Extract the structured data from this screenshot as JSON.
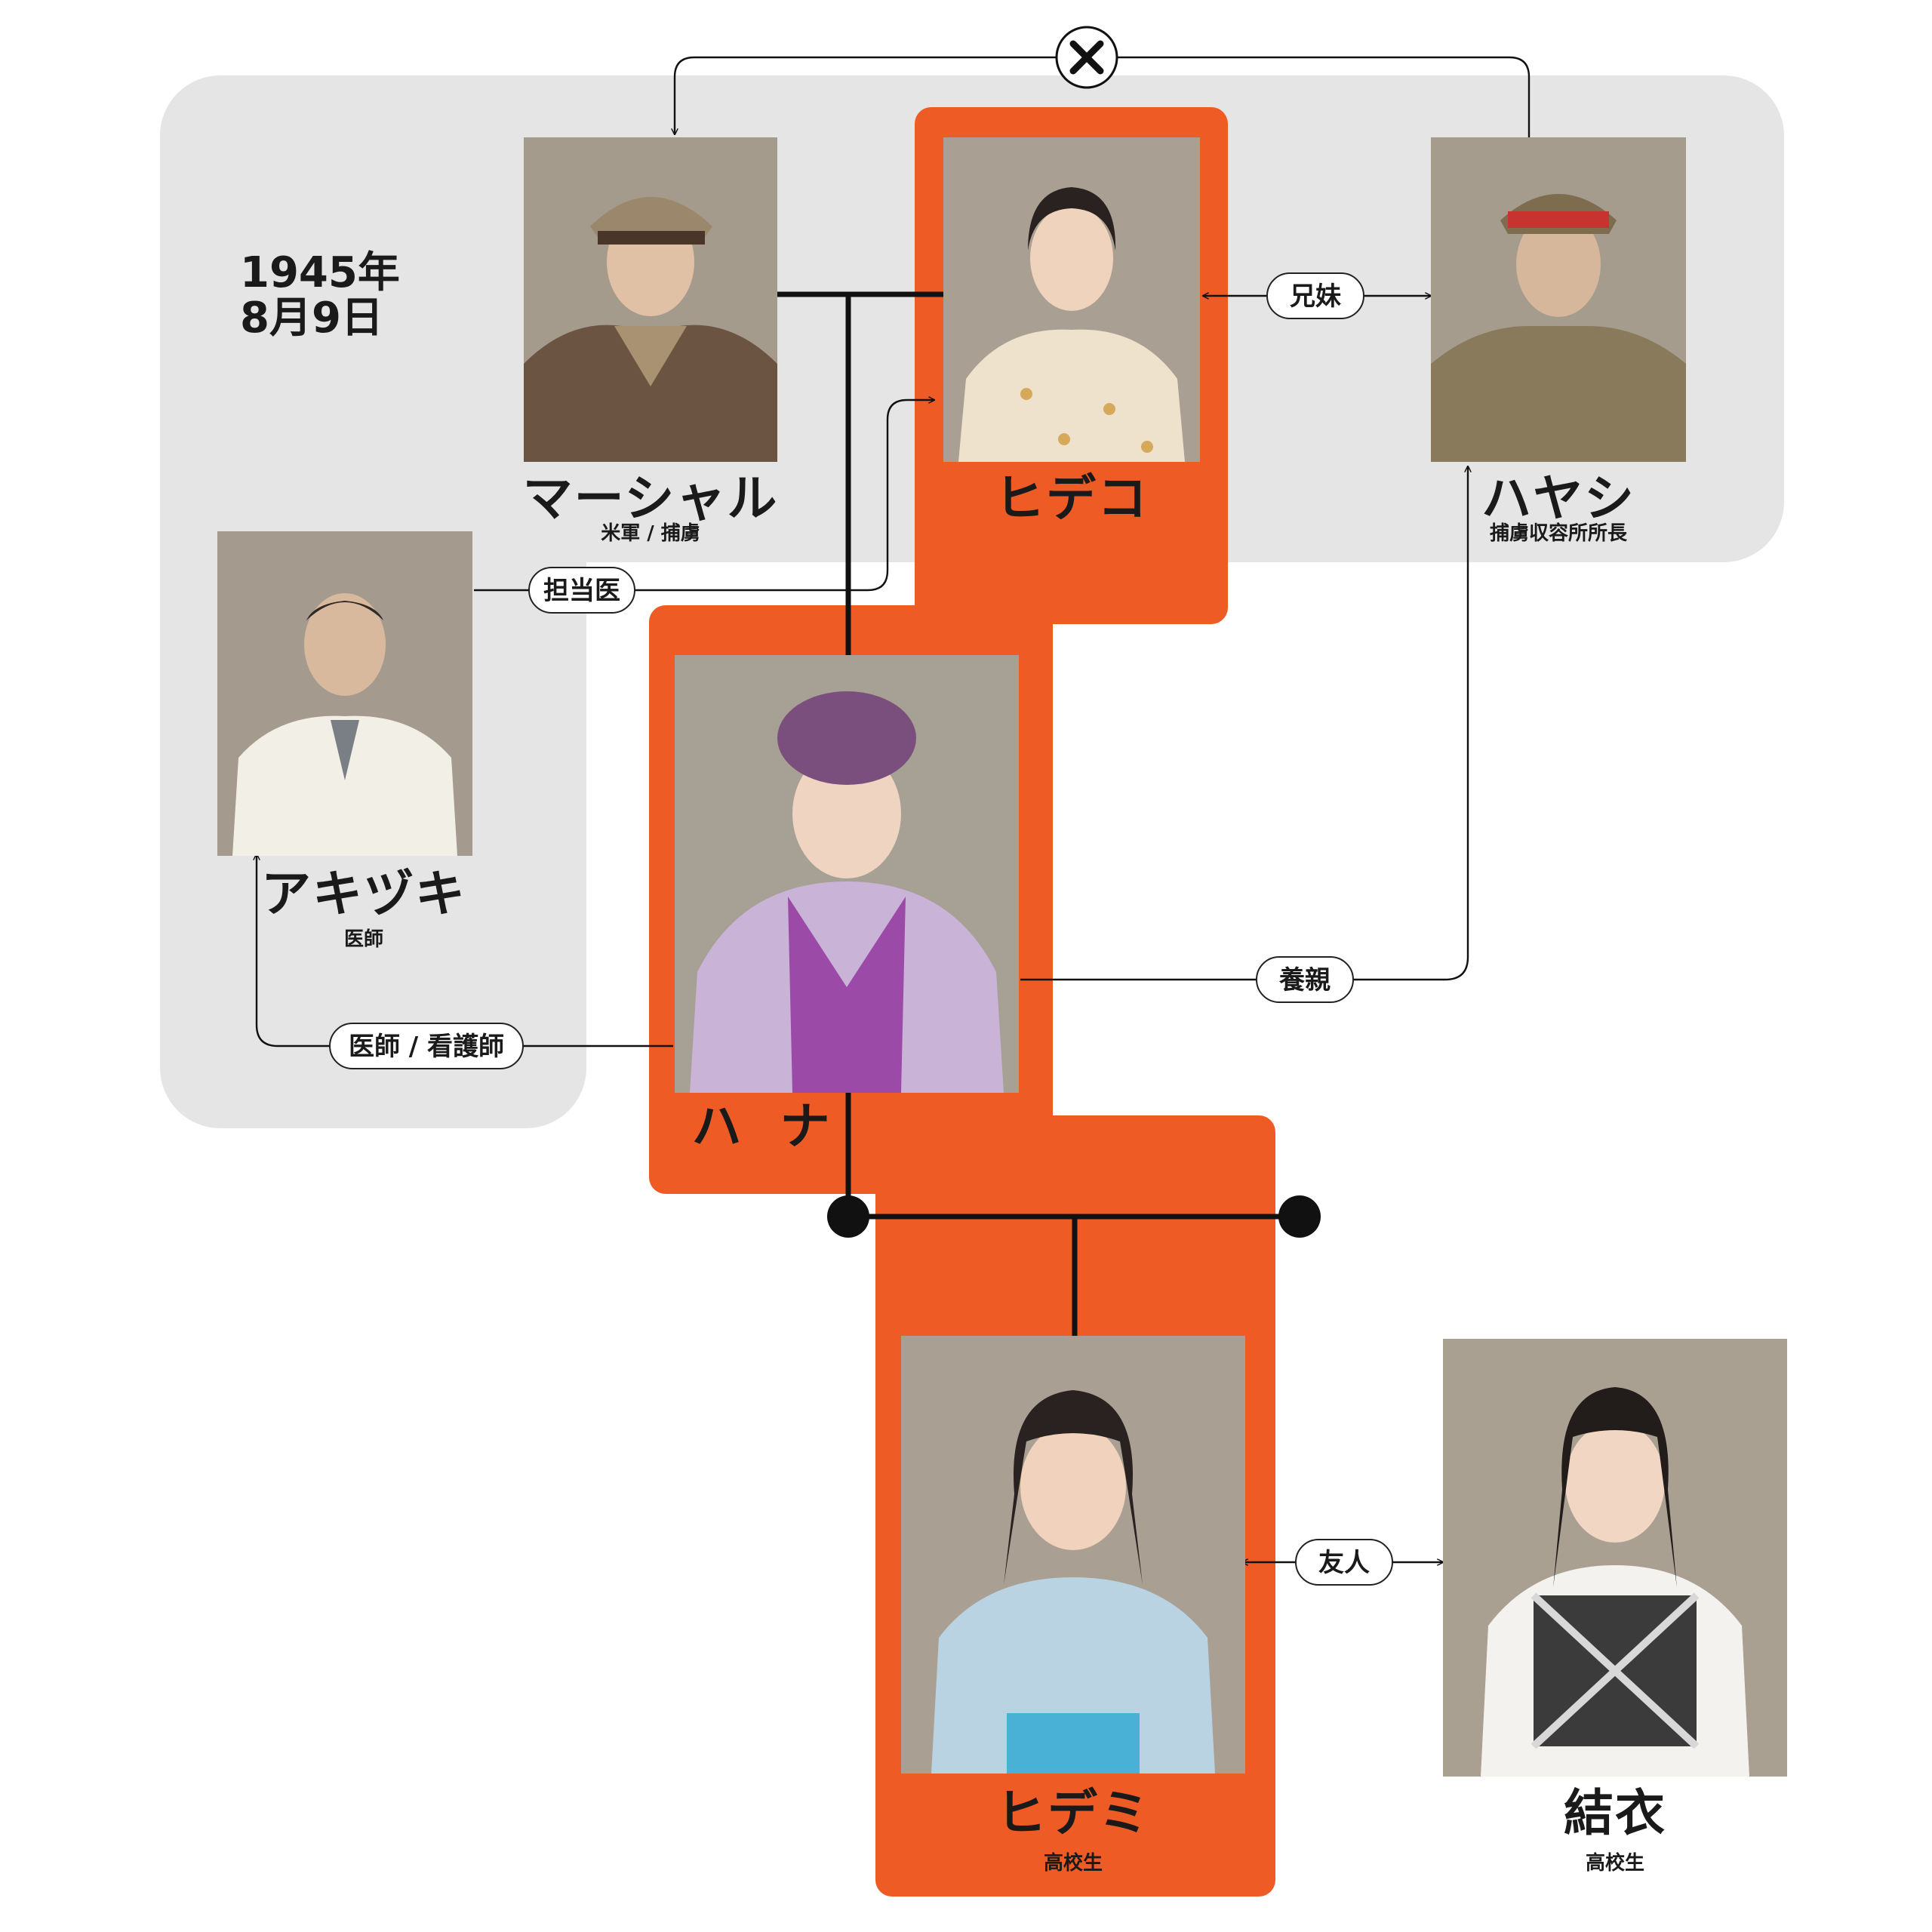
{
  "date_label": [
    "1945年",
    "8月9日"
  ],
  "colors": {
    "accent": "#ef5b25",
    "group_bg": "#e5e5e5",
    "line": "#111111",
    "photo_bg": "#a49a8c"
  },
  "characters": {
    "marshall": {
      "name": "マーシャル",
      "role": "米軍 / 捕虜"
    },
    "hideko": {
      "name": "ヒデコ",
      "role": ""
    },
    "hayashi": {
      "name": "ハヤシ",
      "role": "捕虜収容所所長"
    },
    "akizuki": {
      "name": "アキヅキ",
      "role": "医師"
    },
    "hana": {
      "name": "ハ ナ",
      "role": ""
    },
    "hidemi": {
      "name": "ヒデミ",
      "role": "高校生"
    },
    "yui": {
      "name": "結衣",
      "role": "高校生"
    }
  },
  "relations": {
    "siblings": "兄妹",
    "attending_doctor": "担当医",
    "foster_parent": "養親",
    "doctor_nurse": "医師 / 看護師",
    "friend": "友人",
    "conflict_icon": "cross-icon"
  }
}
